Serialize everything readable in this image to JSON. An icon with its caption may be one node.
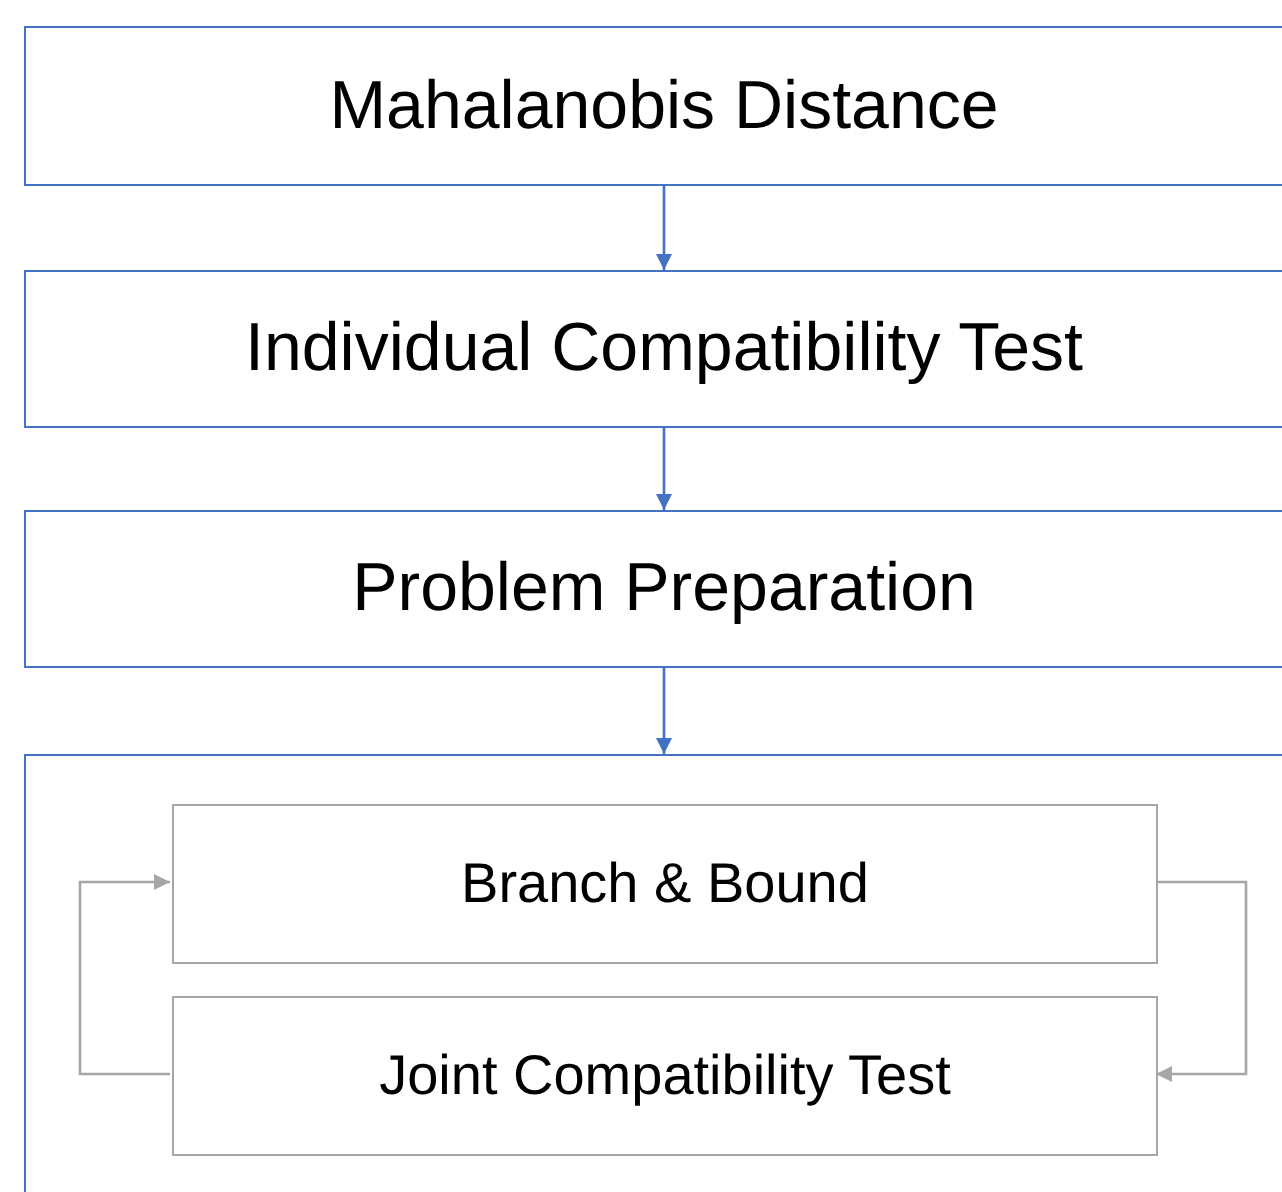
{
  "diagram": {
    "nodes": [
      {
        "text": [
          "Mahalanobis Distance"
        ]
      },
      {
        "text": [
          "Individual Compatibility Test"
        ]
      },
      {
        "text": [
          "Problem Preparation"
        ]
      },
      {
        "text": [],
        "shape": "box"
      },
      {
        "text": [
          "Branch & Bound"
        ],
        "in": 3
      },
      {
        "text": [
          "Joint Compatibility Test"
        ],
        "in": 3
      }
    ],
    "edges": [
      {
        "from": 0,
        "to": 1,
        "arrow": "to"
      },
      {
        "from": 1,
        "to": 2,
        "arrow": "to"
      },
      {
        "from": 2,
        "to": 3,
        "arrow": "to"
      },
      {
        "from": 4,
        "to": 5,
        "arrow": "to",
        "color": "#a6a6a6"
      },
      {
        "from": 5,
        "to": 4,
        "arrow": "to",
        "color": "#a6a6a6"
      }
    ]
  }
}
